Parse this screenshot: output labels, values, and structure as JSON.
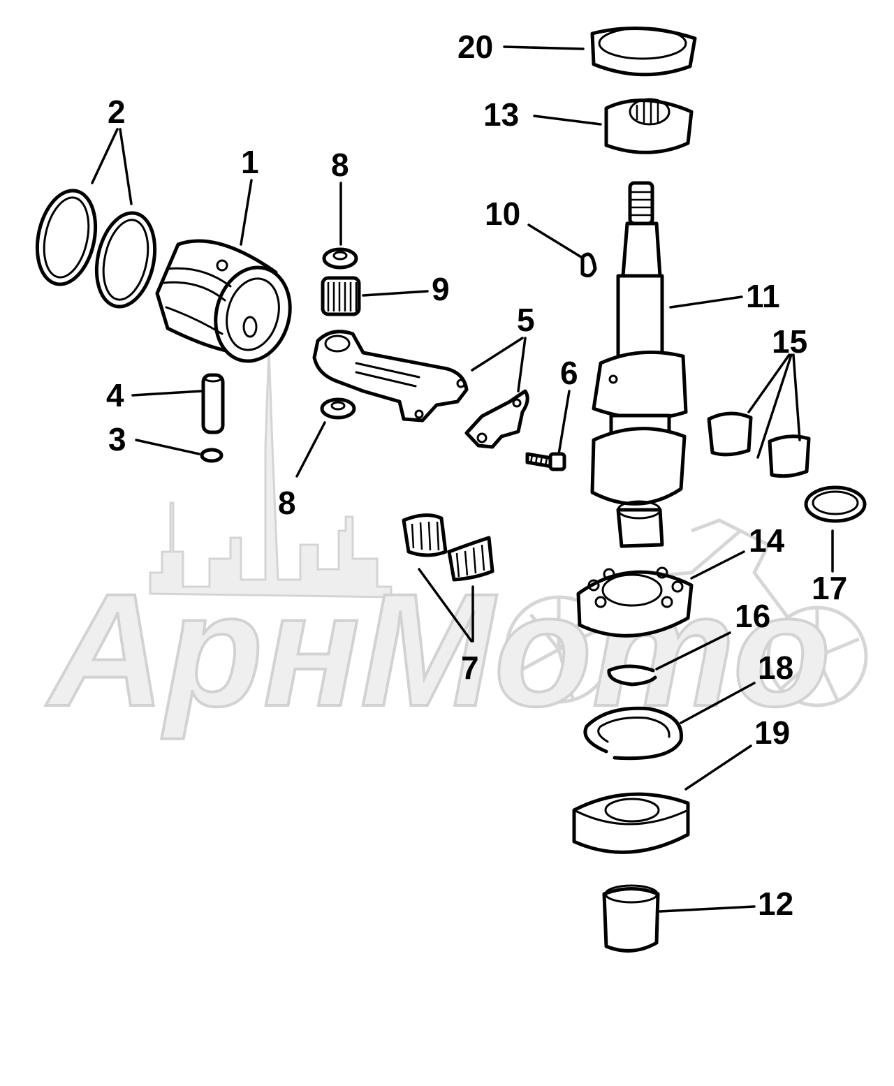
{
  "diagram": {
    "type": "exploded-parts-view",
    "watermark_text": "АрнМото",
    "callouts": [
      {
        "id": "c1",
        "label": "1"
      },
      {
        "id": "c2",
        "label": "2"
      },
      {
        "id": "c3",
        "label": "3"
      },
      {
        "id": "c4",
        "label": "4"
      },
      {
        "id": "c5",
        "label": "5"
      },
      {
        "id": "c6",
        "label": "6"
      },
      {
        "id": "c7",
        "label": "7"
      },
      {
        "id": "c8a",
        "label": "8"
      },
      {
        "id": "c8b",
        "label": "8"
      },
      {
        "id": "c9",
        "label": "9"
      },
      {
        "id": "c10",
        "label": "10"
      },
      {
        "id": "c11",
        "label": "11"
      },
      {
        "id": "c12",
        "label": "12"
      },
      {
        "id": "c13",
        "label": "13"
      },
      {
        "id": "c14",
        "label": "14"
      },
      {
        "id": "c15",
        "label": "15"
      },
      {
        "id": "c16",
        "label": "16"
      },
      {
        "id": "c17",
        "label": "17"
      },
      {
        "id": "c18",
        "label": "18"
      },
      {
        "id": "c19",
        "label": "19"
      },
      {
        "id": "c20",
        "label": "20"
      }
    ]
  }
}
